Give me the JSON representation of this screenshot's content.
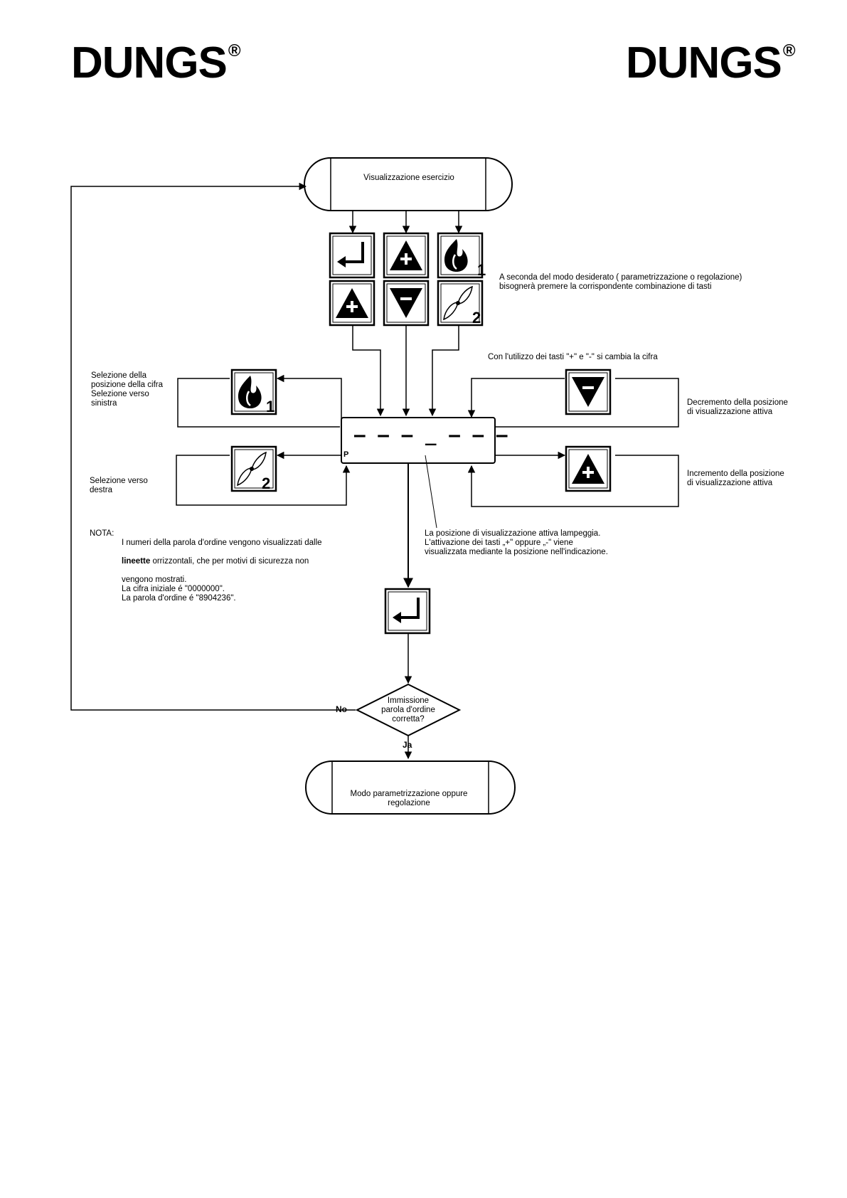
{
  "header": {
    "logo_left": "DUNGS",
    "logo_right": "DUNGS",
    "registered_mark": "®"
  },
  "flow": {
    "start_label": "Visualizzazione esercizio",
    "end_label": "Modo parametrizzazione oppure\nregolazione",
    "decision_label": "Immissione\nparola d'ordine\ncorretta?",
    "no_label": "No",
    "yes_label": "Ja",
    "display_pattern": "– – – _ – – –",
    "display_p": "P"
  },
  "keys": {
    "key1_digit": "1",
    "key2_digit": "2"
  },
  "notes": {
    "combination": "A seconda del modo desiderato ( parametrizzazione o regolazione)\nbisognerà premere la corrispondente combinazione di tasti",
    "change_digit": "Con l'utilizzo dei tasti \"+\" e \"-\" si cambia la cifra",
    "select_left": "Selezione della\nposizione della cifra\nSelezione verso\nsinistra",
    "select_right": "Selezione verso\ndestra",
    "decrement": "Decremento della posizione\ndi visualizzazione attiva",
    "increment": "Incremento della posizione\ndi visualizzazione attiva",
    "nota_label": "NOTA:",
    "nota_line1": "I numeri della parola d'ordine vengono visualizzati dalle",
    "nota_bold": "lineette",
    "nota_line2_rest": " orrizzontali, che per motivi di sicurezza non",
    "nota_line3": "vengono mostrati.\nLa cifra iniziale é \"0000000\".\nLa parola d'ordine é \"8904236\".",
    "blinking": "La posizione di visualizzazione attiva lampeggia.\nL'attivazione dei tasti „+\" oppure „-\" viene\nvisualizzata mediante la posizione nell'indicazione."
  }
}
